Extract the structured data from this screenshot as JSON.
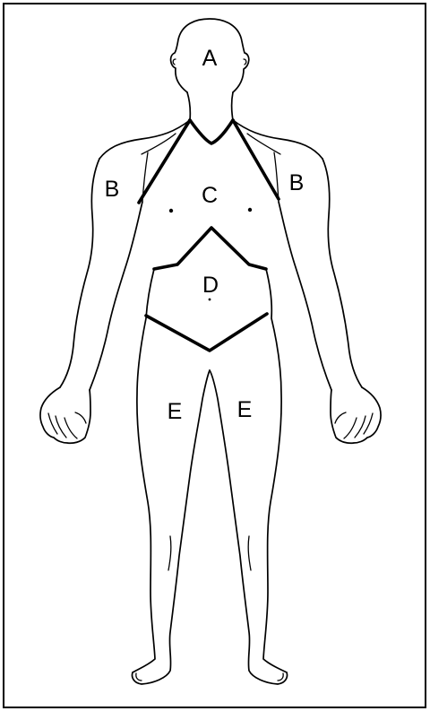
{
  "figure": {
    "labels": {
      "head": "A",
      "left_arm": "B",
      "right_arm": "B",
      "chest": "C",
      "abdomen": "D",
      "left_leg": "E",
      "right_leg": "E"
    },
    "colors": {
      "background": "#ffffff",
      "ink": "#000000"
    }
  }
}
